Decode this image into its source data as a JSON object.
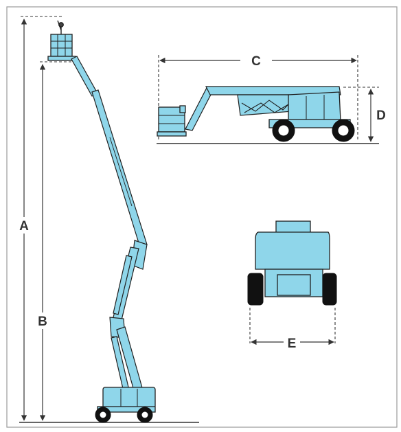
{
  "labels": {
    "platform_height": "A",
    "floor_height": "B",
    "stowed_length": "C",
    "stowed_height": "D",
    "width": "E"
  },
  "colors": {
    "machine": "#8fd6ea",
    "outline": "#1f1f1f",
    "dimension_line": "#333333",
    "frame": "#9a9a9a"
  }
}
